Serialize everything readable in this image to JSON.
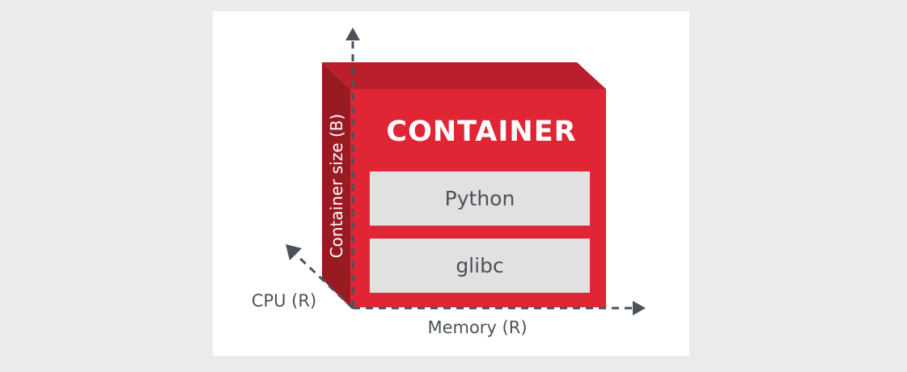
{
  "diagram": {
    "container_label": "CONTAINER",
    "layers": [
      {
        "label": "Python"
      },
      {
        "label": "glibc"
      }
    ],
    "axes": {
      "vertical": "Container size (B)",
      "depth": "CPU (R)",
      "horizontal": "Memory (R)"
    },
    "colors": {
      "front_face": "#e02535",
      "top_face": "#bb1f2c",
      "side_face": "#9a1a22",
      "layer_fill": "#e1e1e1",
      "axis": "#4d5258",
      "background": "#ebebeb",
      "card": "#ffffff"
    }
  }
}
